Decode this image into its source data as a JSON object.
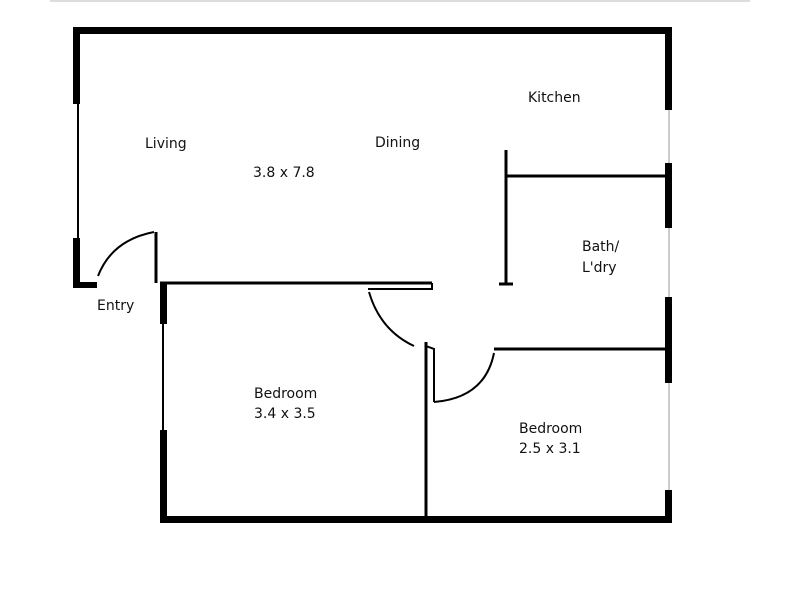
{
  "plan": {
    "rooms": {
      "kitchen": "Kitchen",
      "living": "Living",
      "dining": "Dining",
      "living_dining_size": "3.8 x 7.8",
      "bath_line1": "Bath/",
      "bath_line2": "L'dry",
      "entry": "Entry",
      "bedroom1": "Bedroom",
      "bedroom1_size": "3.4 x 3.5",
      "bedroom2": "Bedroom",
      "bedroom2_size": "2.5 x 3.1"
    },
    "colors": {
      "wall": "#000000",
      "background": "#ffffff"
    }
  }
}
